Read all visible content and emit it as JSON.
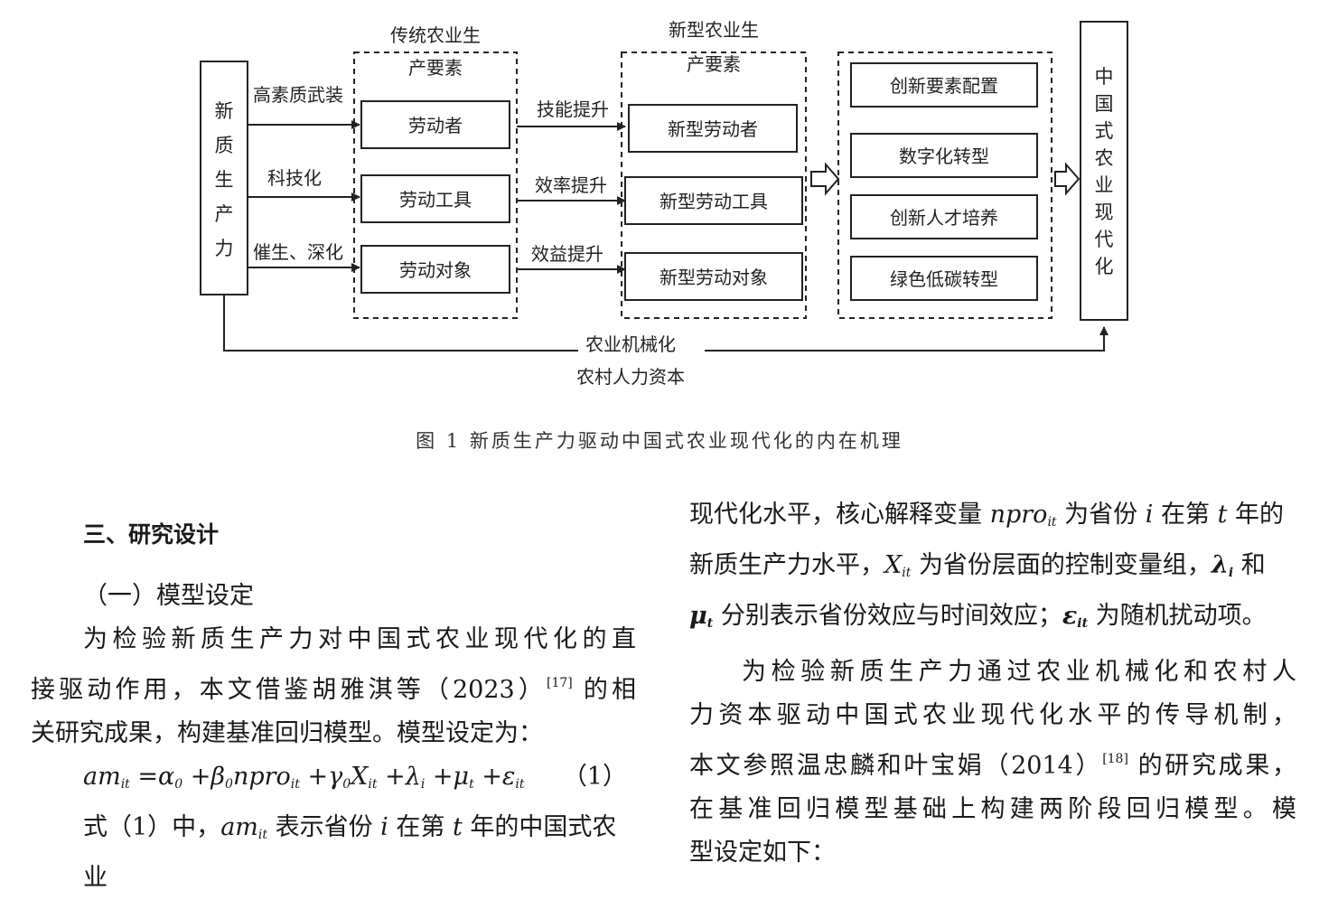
{
  "figure": {
    "left_box": "新质生产力",
    "arrow_labels": [
      "高素质武装",
      "科技化",
      "催生、深化"
    ],
    "group1_title": [
      "传统农业生",
      "产要素"
    ],
    "group1_items": [
      "劳动者",
      "劳动工具",
      "劳动对象"
    ],
    "mid_labels": [
      "技能提升",
      "效率提升",
      "效益提升"
    ],
    "group2_title": [
      "新型农业生",
      "产要素"
    ],
    "group2_items": [
      "新型劳动者",
      "新型劳动工具",
      "新型劳动对象"
    ],
    "group3_items": [
      "创新要素配置",
      "数字化转型",
      "创新人才培养",
      "绿色低碳转型"
    ],
    "right_box": "中国式农业现代化",
    "bottom_labels": [
      "农业机械化",
      "农村人力资本"
    ],
    "caption": "图 1   新质生产力驱动中国式农业现代化的内在机理"
  },
  "left_column": {
    "section_heading": "三、研究设计",
    "sub_heading": "（一）模型设定",
    "para1_lines": [
      "为检验新质生产力对中国式农业现代化的直",
      "接驱动作用，本文借鉴胡雅淇等（2023）",
      "的相",
      "关研究成果，构建基准回归模型。模型设定为："
    ],
    "ref1": "[17]",
    "formula_eq_no": "（1）",
    "para2_line": "式（1）中，"
  },
  "right_column": {
    "line1": "现代化水平，核心解释变量",
    "line1_tail": "为省份",
    "line1_tail2": "在第",
    "line1_tail3": "年的",
    "line2": "新质生产力水平，",
    "line2_mid": "为省份层面的控制变量组，",
    "line2_tail": "和",
    "line3": "分别表示省份效应与时间效应；",
    "line3_tail": "为随机扰动项。",
    "para_lines": [
      "为检验新质生产力通过农业机械化和农村人",
      "力资本驱动中国式农业现代化水平的传导机制，",
      "本文参照温忠麟和叶宝娟（2014）",
      "的研究成果，",
      "在基准回归模型基础上构建两阶段回归模型。模",
      "型设定如下："
    ],
    "ref2": "[18]"
  },
  "colors": {
    "text": "#1a1a1a",
    "line": "#222222"
  }
}
